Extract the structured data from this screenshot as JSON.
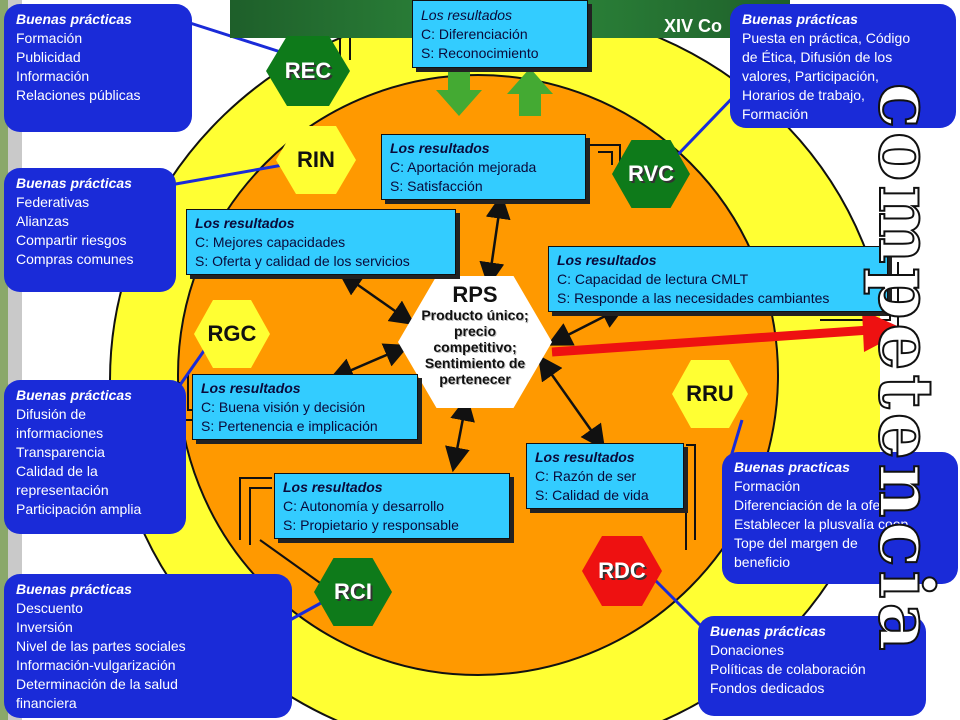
{
  "header": {
    "partial_title": "XIV Co"
  },
  "practices": {
    "rec": {
      "title": "Buenas prácticas",
      "lines": [
        "Formación",
        "Publicidad",
        "Información",
        "Relaciones públicas"
      ]
    },
    "rin": {
      "title": "Buenas prácticas",
      "lines": [
        "Federativas",
        "Alianzas",
        "Compartir riesgos",
        "Compras comunes"
      ]
    },
    "rgc": {
      "title": "Buenas prácticas",
      "lines": [
        "Difusión de",
        "informaciones",
        "Transparencia",
        "Calidad de la",
        "representación",
        "Participación amplia"
      ]
    },
    "rci": {
      "title": "Buenas prácticas",
      "lines": [
        "Descuento",
        "Inversión",
        "Nivel de las partes sociales",
        "Información-vulgarización",
        "Determinación de la salud",
        "financiera"
      ]
    },
    "rvc": {
      "title": "Buenas prácticas",
      "lines": [
        "Puesta en práctica, Código",
        "de Ética, Difusión de los",
        "valores, Participación,",
        "Horarios de trabajo,",
        "Formación"
      ]
    },
    "rru": {
      "title": "Buenas practicas",
      "lines": [
        "Formación",
        "Diferenciación de la oferta",
        "Establecer la plusvalía coop",
        "Tope del margen de",
        "beneficio"
      ]
    },
    "rdc": {
      "title": "Buenas prácticas",
      "lines": [
        "Donaciones",
        "Políticas de colaboración",
        "Fondos dedicados"
      ]
    }
  },
  "results": {
    "top": {
      "title": "Los resultados",
      "c": "C: Diferenciación",
      "s": "S: Reconocimiento"
    },
    "rvc": {
      "title": "Los resultados",
      "c": "C: Aportación mejorada",
      "s": "S: Satisfacción"
    },
    "rin": {
      "title": "Los resultados",
      "c": "C: Mejores capacidades",
      "s": "S: Oferta y calidad de los servicios"
    },
    "rru": {
      "title": "Los resultados",
      "c": "C: Capacidad de lectura CMLT",
      "s": "S: Responde a las necesidades cambiantes"
    },
    "rgc": {
      "title": "Los resultados",
      "c": "C: Buena visión y decisión",
      "s": "S: Pertenencia e implicación"
    },
    "rdc": {
      "title": "Los resultados",
      "c": "C: Razón de ser",
      "s": "S: Calidad de vida"
    },
    "rci": {
      "title": "Los resultados",
      "c": "C: Autonomía y desarrollo",
      "s": "S: Propietario y responsable"
    }
  },
  "nodes": {
    "rec": "REC",
    "rin": "RIN",
    "rvc": "RVC",
    "rgc": "RGC",
    "rru": "RRU",
    "rdc": "RDC",
    "rci": "RCI"
  },
  "center": {
    "title": "RPS",
    "lines": [
      "Producto único;",
      "precio",
      "competitivo;",
      "Sentimiento de",
      "pertenecer"
    ]
  },
  "side_word": "competencia",
  "colors": {
    "callout": "#1a2bd8",
    "result_box": "#33ccff",
    "inner_circle": "#ff9900",
    "outer_ring": "#ffff33",
    "node_green": "#0e7a1a",
    "node_yellow": "#ffff33",
    "node_red": "#ee1111",
    "arrow_green": "#44aa33",
    "arrow_red": "#ee1111"
  }
}
